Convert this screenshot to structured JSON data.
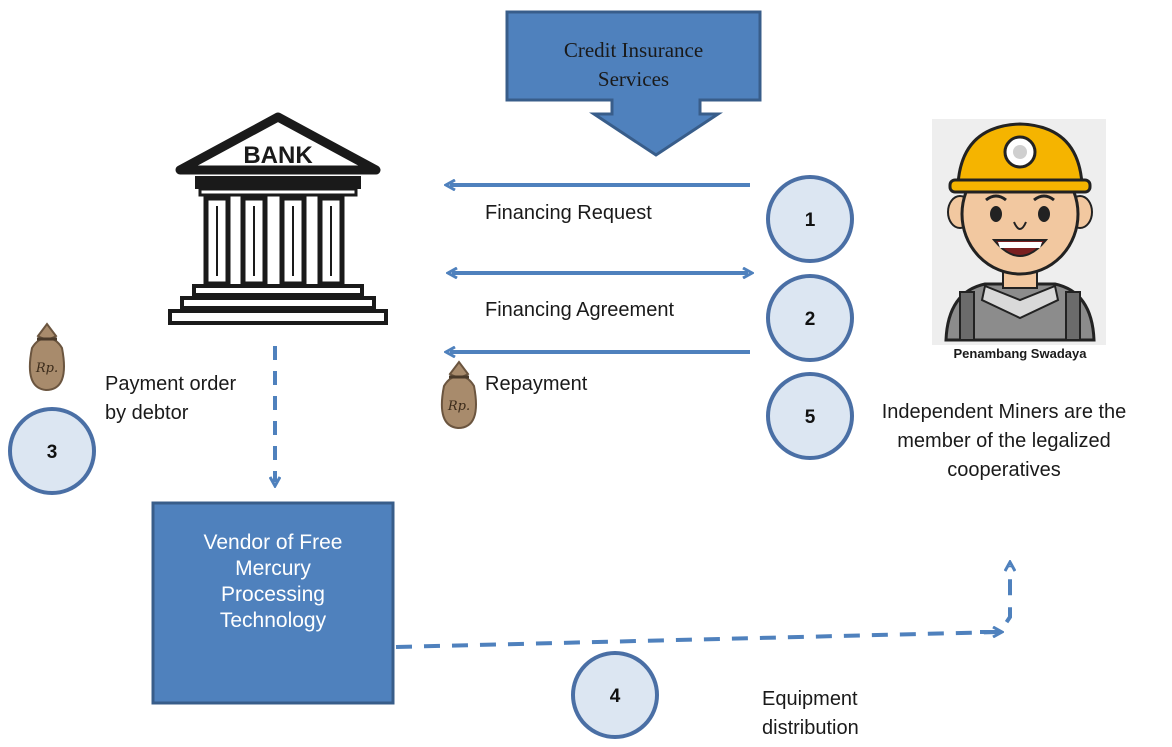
{
  "insurance_box": {
    "line1": "Credit Insurance",
    "line2": "Services"
  },
  "bank": {
    "sign": "BANK"
  },
  "miner": {
    "caption": "Penambang Swadaya"
  },
  "flows": {
    "financing_request": "Financing Request",
    "financing_agreement": "Financing Agreement",
    "repayment": "Repayment",
    "payment_order_line1": "Payment order",
    "payment_order_line2": "by debtor",
    "miners_line1": "Independent Miners are the",
    "miners_line2": "member  of the legalized",
    "miners_line3": "cooperatives",
    "equipment_line1": "Equipment",
    "equipment_line2": "distribution"
  },
  "vendor_box": {
    "line1": "Vendor of Free",
    "line2": "Mercury",
    "line3": "Processing",
    "line4": "Technology"
  },
  "steps": {
    "s1": "1",
    "s2": "2",
    "s3": "3",
    "s4": "4",
    "s5": "5"
  },
  "money_bag": {
    "mark": "Rp."
  },
  "colors": {
    "box_fill": "#4F81BD",
    "box_border": "#385D8A",
    "arrow": "#4F81BD",
    "badge_fill": "#DCE6F2",
    "badge_border": "#4A6FA5",
    "bag": "#A88B6C"
  }
}
